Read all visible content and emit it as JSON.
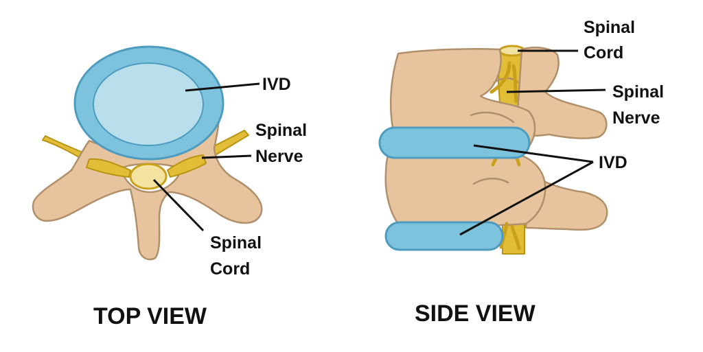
{
  "top_view": {
    "caption": "TOP VIEW",
    "labels": {
      "ivd": "IVD",
      "spinal_nerve": [
        "Spinal",
        "Nerve"
      ],
      "spinal_cord": [
        "Spinal",
        "Cord"
      ]
    }
  },
  "side_view": {
    "caption": "SIDE VIEW",
    "labels": {
      "spinal_cord": [
        "Spinal",
        "Cord"
      ],
      "spinal_nerve": [
        "Spinal",
        "Nerve"
      ],
      "ivd": "IVD"
    }
  },
  "colors": {
    "bone": "#e8c49e",
    "disc": "#7ec3de",
    "nerve": "#e2bd38",
    "cord": "#f3e2a0"
  }
}
